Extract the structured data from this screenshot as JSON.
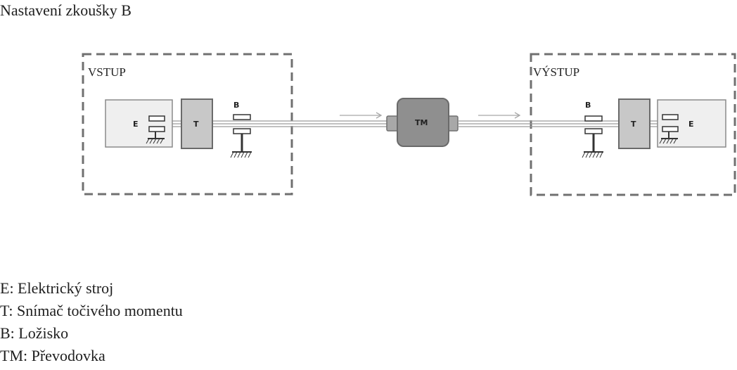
{
  "title": "Nastavení zkoušky B",
  "input_section": {
    "label": "VSTUP",
    "machine": "E",
    "torque": "T",
    "bearing": "B"
  },
  "output_section": {
    "label": "VÝSTUP",
    "machine": "E",
    "torque": "T",
    "bearing": "B"
  },
  "gearbox": "TM",
  "legend": [
    "E: Elektrický stroj",
    "T: Snímač točivého momentu",
    "B: Ložisko",
    "TM: Převodovka"
  ],
  "colors": {
    "dashed_border": "#707070",
    "machine_fill": "#efefef",
    "sensor_fill": "#c8c8c8",
    "gearbox_fill": "#8f8f8f",
    "arrow": "#a8a8a8",
    "shaft": "#9a9a9a"
  }
}
